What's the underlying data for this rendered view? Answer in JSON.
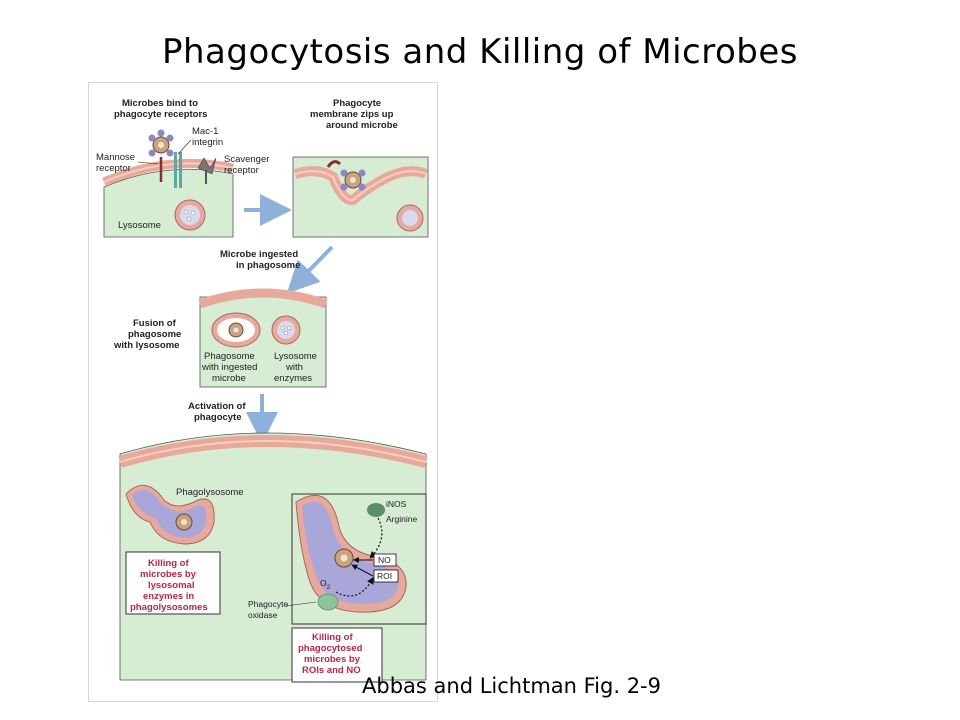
{
  "title": "Phagocytosis and Killing of Microbes",
  "citation": "Abbas and Lichtman Fig. 2-9",
  "figure": {
    "step1": {
      "heading": [
        "Microbes bind to",
        "phagocyte receptors"
      ],
      "mac1": [
        "Mac-1",
        "integrin"
      ],
      "mannose": [
        "Mannose",
        "receptor"
      ],
      "scavenger": [
        "Scavenger",
        "receptor"
      ],
      "lysosome": "Lysosome"
    },
    "step2": {
      "heading": [
        "Phagocyte",
        "membrane zips up",
        "around microbe"
      ]
    },
    "step3": {
      "heading": [
        "Microbe ingested",
        "in phagosome"
      ],
      "fusion": [
        "Fusion of",
        "phagosome",
        "with lysosome"
      ],
      "phagosome": [
        "Phagosome",
        "with ingested",
        "microbe"
      ],
      "lysosome": [
        "Lysosome",
        "with",
        "enzymes"
      ]
    },
    "step4": {
      "heading": [
        "Activation of",
        "phagocyte"
      ],
      "phagolysosome": "Phagolysosome",
      "inos": "iNOS",
      "arginine": "Arginine",
      "no": "NO",
      "roi": "ROI",
      "o2": "O",
      "o2sub": "2",
      "oxidase": [
        "Phagocyte",
        "oxidase"
      ],
      "killing_lysosomal": [
        "Killing of",
        "microbes by",
        "lysosomal",
        "enzymes in",
        "phagolysosomes"
      ],
      "killing_roi": [
        "Killing of",
        "phagocytosed",
        "microbes by",
        "ROIs and NO"
      ]
    }
  },
  "colors": {
    "cytoplasm": "#d6ecd3",
    "membrane": "#e8a99a",
    "membrane_edge": "#f3cfc4",
    "vesicle": "#a9a7da",
    "arrow": "#8eb1dc",
    "killing_text": "#c0234a",
    "oxidase": "#8ec49a",
    "inos": "#5a8f6a"
  }
}
